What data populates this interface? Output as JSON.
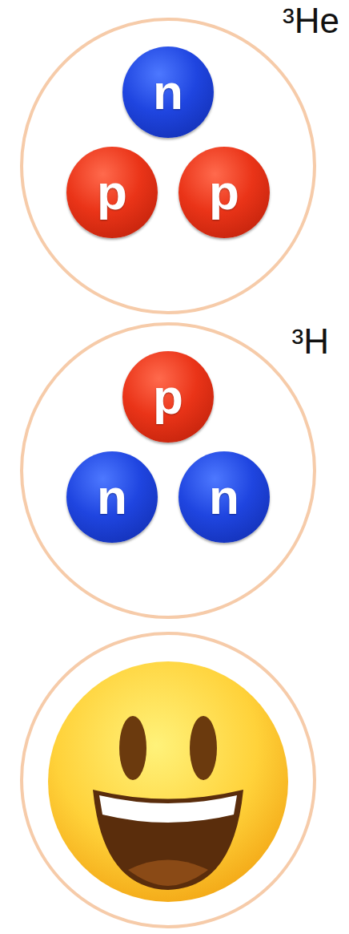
{
  "diagram": {
    "nodes": [
      {
        "text": [
          "³He"
        ]
      },
      {
        "text": [
          "n"
        ],
        "in": 0
      },
      {
        "text": [
          "p"
        ],
        "in": 0
      },
      {
        "text": [
          "p"
        ],
        "in": 0
      },
      {
        "text": [
          "³H"
        ]
      },
      {
        "text": [
          "p"
        ],
        "in": 4
      },
      {
        "text": [
          "n"
        ],
        "in": 4
      },
      {
        "text": [
          "n"
        ],
        "in": 4
      }
    ]
  }
}
